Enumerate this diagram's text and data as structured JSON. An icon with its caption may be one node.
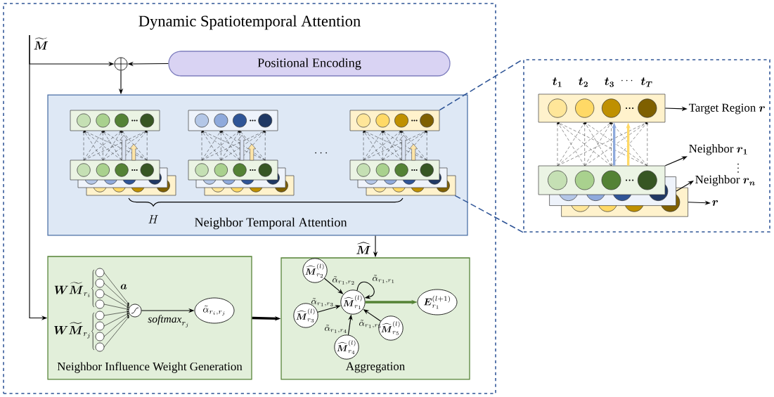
{
  "diagram": {
    "nodes": [
      {
        "text": [
          "Dynamic Spatiotemporal Attention"
        ]
      },
      {
        "text": [
          "\\widetilde{\\boldsymbol{M}}"
        ],
        "in": 0
      },
      {
        "text": [],
        "shape": "circle",
        "in": 0
      },
      {
        "text": [
          "Positional Encoding"
        ],
        "in": 0
      },
      {
        "text": [
          "Neighbor Temporal Attention"
        ],
        "in": 0
      },
      {
        "text": [],
        "shape": "box",
        "in": 4
      },
      {
        "text": [],
        "shape": "box",
        "in": 4
      },
      {
        "text": [],
        "shape": "box",
        "in": 4
      },
      {
        "text": [
          "Neighbor Influence Weight Generation"
        ],
        "in": 0
      },
      {
        "text": [],
        "shape": "circle",
        "in": 8
      },
      {
        "text": [
          "\\tilde{\\alpha}_{r_i,r_j}"
        ],
        "in": 8
      },
      {
        "text": [
          "Aggregation"
        ],
        "in": 0
      },
      {
        "text": [
          "\\widehat{\\boldsymbol{M}}^{(l)}_{r_2}"
        ],
        "in": 11
      },
      {
        "text": [
          "\\widehat{\\boldsymbol{M}}^{(l)}_{r_1}"
        ],
        "in": 11
      },
      {
        "text": [
          "\\boldsymbol{E}^{(l+1)}_{r_1}"
        ],
        "in": 11
      },
      {
        "text": [
          "\\widehat{\\boldsymbol{M}}^{(l)}_{r_3}"
        ],
        "in": 11
      },
      {
        "text": [
          "\\widehat{\\boldsymbol{M}}^{(l)}_{r_5}"
        ],
        "in": 11
      },
      {
        "text": [
          "\\widehat{\\boldsymbol{M}}^{(l)}_{r_4}"
        ],
        "in": 11
      },
      {
        "text": [],
        "shape": "box"
      },
      {
        "text": [],
        "shape": "box",
        "in": 18
      },
      {
        "text": [
          "\\text{Target Region }\\boldsymbol{r}"
        ],
        "in": 18
      },
      {
        "text": [
          "\\text{Neighbor }\\boldsymbol{r_1}"
        ],
        "in": 18
      },
      {
        "text": [],
        "shape": "box",
        "in": 18
      },
      {
        "text": [
          "\\text{Neighbor }\\boldsymbol{r_n}"
        ],
        "in": 18
      },
      {
        "text": [
          "\\boldsymbol{r}"
        ],
        "in": 18
      },
      {
        "text": [],
        "shape": "box",
        "in": 18
      },
      {
        "text": [],
        "shape": "box",
        "in": 18
      }
    ],
    "edges": [
      {
        "from": 1,
        "to": 2,
        "arrow": "to"
      },
      {
        "from": 3,
        "to": 2,
        "arrow": "to"
      },
      {
        "from": 2,
        "to": 4,
        "arrow": "to"
      },
      {
        "from": 1,
        "to": 8,
        "arrow": "to"
      },
      {
        "from": 4,
        "to": 11,
        "arrow": "to",
        "label": "\\widehat{\\boldsymbol{M}}"
      },
      {
        "from": 8,
        "to": 11,
        "arrow": "to",
        "style": "thick"
      },
      {
        "from": 9,
        "to": 10,
        "arrow": "to",
        "label": "\\mathit{softmax}_{r_j}"
      },
      {
        "from": 12,
        "to": 13,
        "arrow": "to",
        "label": "\\tilde{\\alpha}_{r_1,r_2}"
      },
      {
        "from": 15,
        "to": 13,
        "arrow": "to",
        "label": "\\tilde{\\alpha}_{r_1,r_3}"
      },
      {
        "from": 17,
        "to": 13,
        "arrow": "to",
        "label": "\\tilde{\\alpha}_{r_1,r_4}"
      },
      {
        "from": 16,
        "to": 13,
        "arrow": "to",
        "label": "\\tilde{\\alpha}_{r_1,r_5}"
      },
      {
        "from": 13,
        "to": 13,
        "arrow": "to",
        "label": "\\tilde{\\alpha}_{r_1,r_1}"
      },
      {
        "from": 13,
        "to": 14,
        "arrow": "to",
        "style": "thick",
        "color": "#548235"
      },
      {
        "from": 7,
        "to": 18,
        "arrow": "none",
        "style": "dashed",
        "color": "#2f5597"
      },
      {
        "from": 7,
        "to": 18,
        "arrow": "none",
        "style": "dashed",
        "color": "#2f5597"
      },
      {
        "from": 19,
        "to": 20,
        "arrow": "to"
      },
      {
        "from": 22,
        "to": 21,
        "arrow": "to"
      },
      {
        "from": 25,
        "to": 23,
        "arrow": "to"
      },
      {
        "from": 26,
        "to": 24,
        "arrow": "to"
      },
      {
        "from": 22,
        "to": 19,
        "arrow": "to",
        "style": "thick",
        "color": "#8faadc"
      },
      {
        "from": 22,
        "to": 19,
        "arrow": "to",
        "style": "thick",
        "color": "#ffd966"
      }
    ],
    "labels": [
      "\\boldsymbol{t_1}",
      "\\boldsymbol{t_2}",
      "\\boldsymbol{t_3}",
      "\\cdots",
      "\\boldsymbol{t_T}",
      "\\cdots",
      "\\vdots",
      "H",
      "\\boldsymbol{W}\\widetilde{\\boldsymbol{M}}_{r_i}",
      "\\boldsymbol{a}",
      "\\boldsymbol{W}\\widetilde{\\boldsymbol{M}}_{r_j}"
    ]
  }
}
